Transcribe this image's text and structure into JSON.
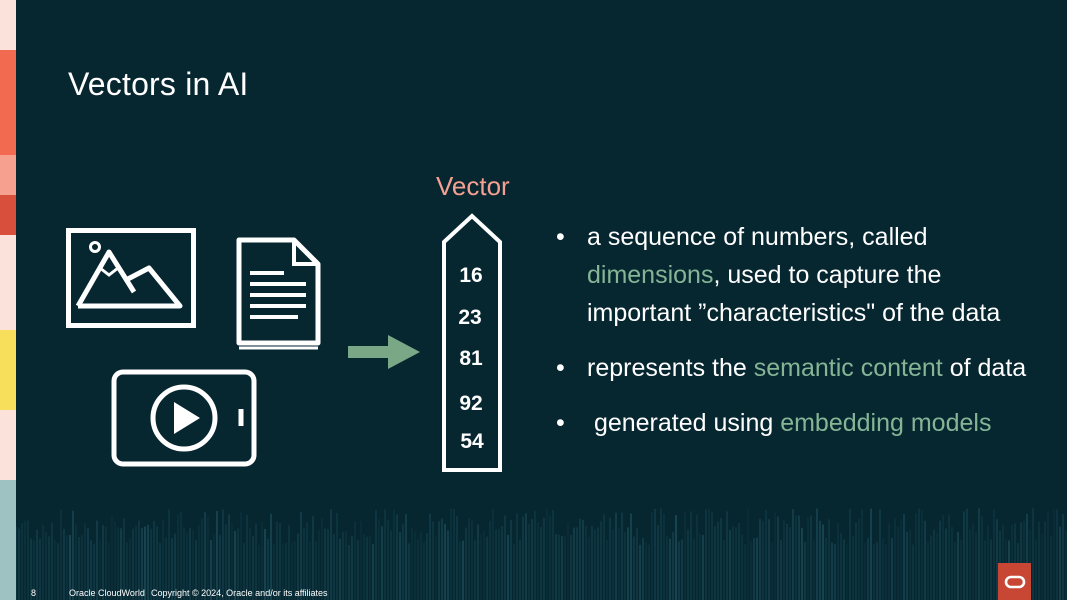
{
  "slide": {
    "title": "Vectors in AI",
    "vector_label": "Vector",
    "vector_values": [
      "16",
      "23",
      "81",
      "92",
      "54"
    ],
    "bullets": [
      {
        "parts": [
          {
            "text": "a sequence of numbers, called ",
            "hl": false
          },
          {
            "text": "dimensions",
            "hl": true
          },
          {
            "text": ", used to capture the important ”characteristics\" of the data",
            "hl": false
          }
        ]
      },
      {
        "parts": [
          {
            "text": "represents the ",
            "hl": false
          },
          {
            "text": "semantic content",
            "hl": true
          },
          {
            "text": " of data",
            "hl": false
          }
        ]
      },
      {
        "parts": [
          {
            "text": " generated using ",
            "hl": false
          },
          {
            "text": "embedding models",
            "hl": true
          }
        ]
      }
    ],
    "bullet_char": "•"
  },
  "footer": {
    "page_number": "8",
    "event": "Oracle CloudWorld",
    "copyright": "Copyright © 2024, Oracle and/or its affiliates"
  },
  "colors": {
    "background": "#062630",
    "accent_salmon": "#f4a092",
    "highlight_green": "#86b596",
    "arrow_green": "#7aa887",
    "oracle_red": "#c74634"
  },
  "icons": {
    "image": "image-icon",
    "document": "document-icon",
    "video": "video-play-icon",
    "arrow": "right-arrow-icon",
    "logo": "oracle-logo"
  }
}
